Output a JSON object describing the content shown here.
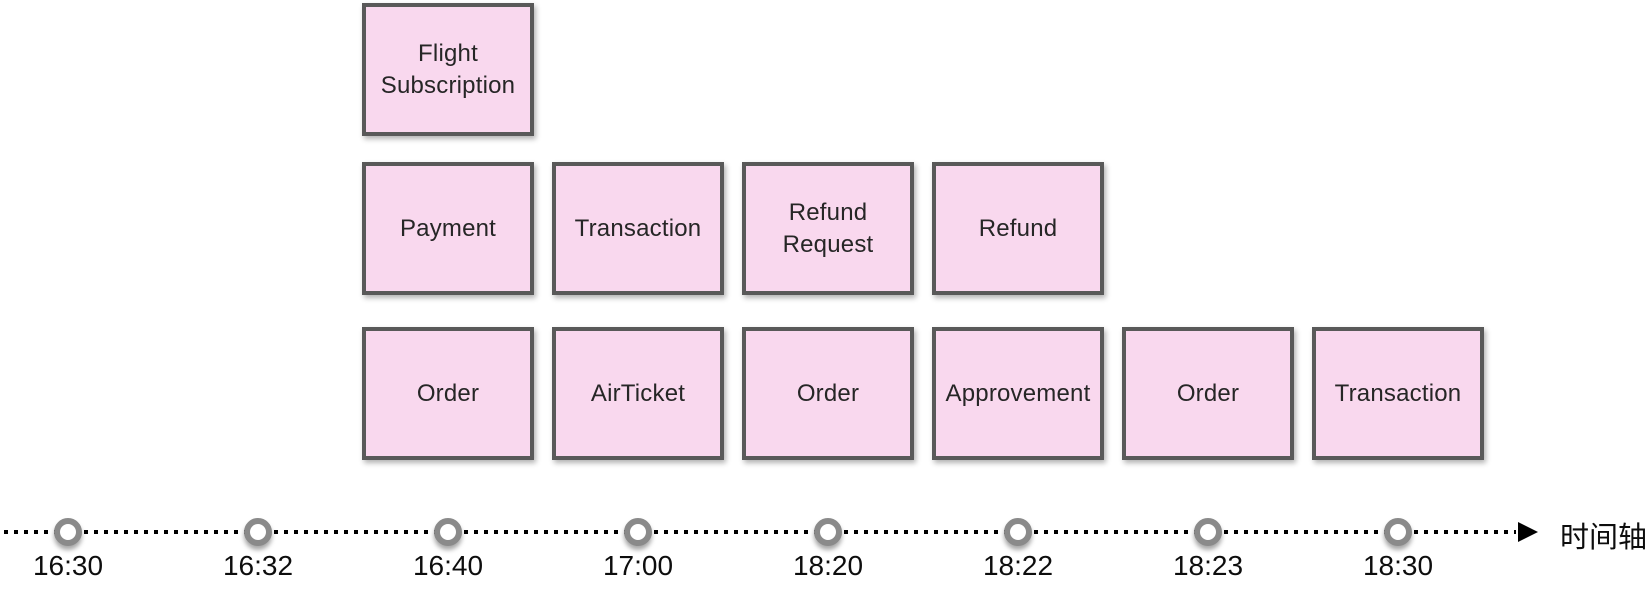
{
  "diagram": {
    "type": "event-timeline",
    "description": "Stacked event boxes aligned above a dotted time axis"
  },
  "colors": {
    "box_fill": "#f9d8ee",
    "box_border": "#595959",
    "box_text": "#262626",
    "circle_ring": "#8a8a8a",
    "circle_fill": "#ffffff",
    "axis_dots": "#000000",
    "label_text": "#0d0d0d"
  },
  "boxes": [
    {
      "label": "Flight Subscription",
      "time": "16:40",
      "row": "top"
    },
    {
      "label": "Payment",
      "time": "16:40",
      "row": "middle"
    },
    {
      "label": "Transaction",
      "time": "17:00",
      "row": "middle"
    },
    {
      "label": "Refund Request",
      "time": "18:20",
      "row": "middle"
    },
    {
      "label": "Refund",
      "time": "18:22",
      "row": "middle"
    },
    {
      "label": "Order",
      "time": "16:40",
      "row": "bottom"
    },
    {
      "label": "AirTicket",
      "time": "17:00",
      "row": "bottom"
    },
    {
      "label": "Order",
      "time": "18:20",
      "row": "bottom"
    },
    {
      "label": "Approvement",
      "time": "18:22",
      "row": "bottom"
    },
    {
      "label": "Order",
      "time": "18:23",
      "row": "bottom"
    },
    {
      "label": "Transaction",
      "time": "18:30",
      "row": "bottom"
    }
  ],
  "timeline": {
    "axis_label": "时间轴",
    "points": [
      {
        "time": "16:30"
      },
      {
        "time": "16:32"
      },
      {
        "time": "16:40"
      },
      {
        "time": "17:00"
      },
      {
        "time": "18:20"
      },
      {
        "time": "18:22"
      },
      {
        "time": "18:23"
      },
      {
        "time": "18:30"
      }
    ]
  }
}
